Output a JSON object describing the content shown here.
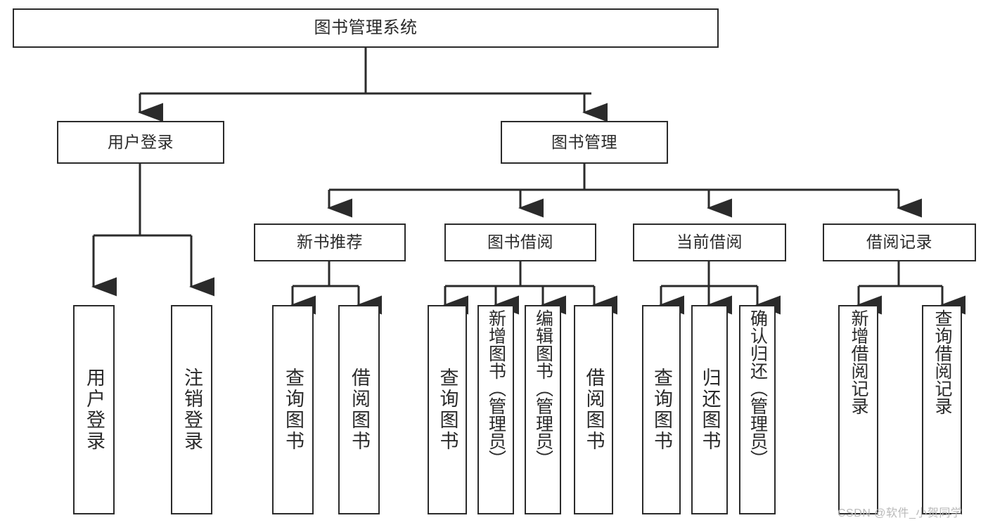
{
  "diagram": {
    "type": "tree",
    "title": "图书管理系统",
    "watermark": "CSDN @软件_小贺同学",
    "colors": {
      "box_border": "#2b2b2b",
      "box_fill": "#ffffff",
      "connector": "#2b2b2b",
      "text": "#2a2a2a",
      "watermark": "#b9b9b9",
      "background": "#ffffff"
    },
    "root": {
      "label": "图书管理系统"
    },
    "level2": [
      {
        "label": "用户登录"
      },
      {
        "label": "图书管理"
      }
    ],
    "level3": [
      {
        "label": "新书推荐"
      },
      {
        "label": "图书借阅"
      },
      {
        "label": "当前借阅"
      },
      {
        "label": "借阅记录"
      }
    ],
    "leaves": {
      "user_login": [
        {
          "label": "用户登录"
        },
        {
          "label": "注销登录"
        }
      ],
      "new_book_recommend": [
        {
          "label": "查询图书"
        },
        {
          "label": "借阅图书"
        }
      ],
      "book_borrow": [
        {
          "label": "查询图书"
        },
        {
          "label": "新增图书（管理员）"
        },
        {
          "label": "编辑图书（管理员）"
        },
        {
          "label": "借阅图书"
        }
      ],
      "current_borrow": [
        {
          "label": "查询图书"
        },
        {
          "label": "归还图书"
        },
        {
          "label": "确认归还（管理员）"
        }
      ],
      "borrow_record": [
        {
          "label": "新增借阅记录"
        },
        {
          "label": "查询借阅记录"
        }
      ]
    }
  }
}
